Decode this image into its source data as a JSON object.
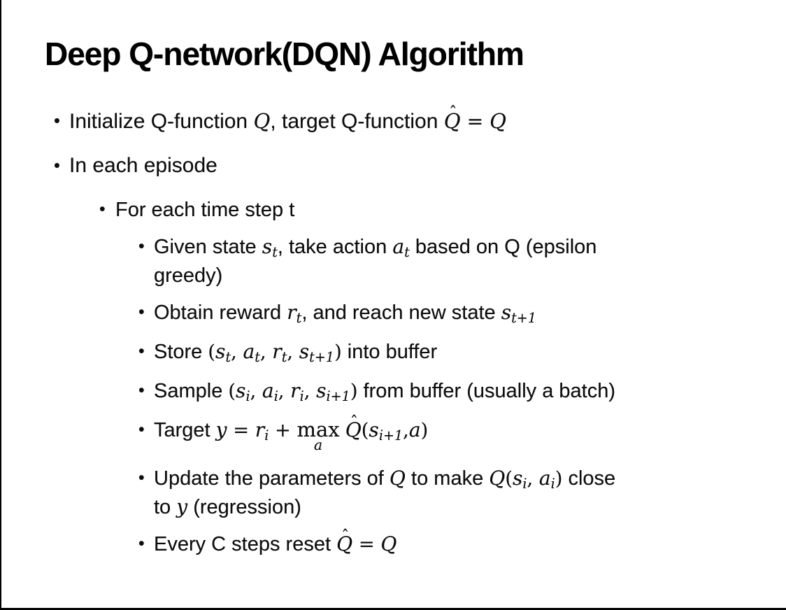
{
  "glyphs": {
    "bullet": "•",
    "hat": "ˆ"
  },
  "slide": {
    "title": "Deep Q-network(DQN) Algorithm",
    "bullets": [
      {
        "level": 1,
        "segments": [
          {
            "t": "Initialize Q-function "
          },
          {
            "t": "Q",
            "s": "m"
          },
          {
            "t": ", target Q-function "
          },
          {
            "t": "Q",
            "s": "hat"
          },
          {
            "t": " = ",
            "s": "mop"
          },
          {
            "t": "Q",
            "s": "m"
          }
        ]
      },
      {
        "level": 1,
        "segments": [
          {
            "t": "In each episode"
          }
        ]
      },
      {
        "level": 2,
        "segments": [
          {
            "t": "For each time step t"
          }
        ]
      },
      {
        "level": 3,
        "segments": [
          {
            "t": "Given state "
          },
          {
            "t": "s",
            "s": "m"
          },
          {
            "t": "t",
            "s": "msub"
          },
          {
            "t": ", take action "
          },
          {
            "t": "a",
            "s": "m"
          },
          {
            "t": "t",
            "s": "msub"
          },
          {
            "t": " based on Q (epsilon"
          },
          {
            "br": true
          },
          {
            "t": "greedy)"
          }
        ]
      },
      {
        "level": 3,
        "segments": [
          {
            "t": "Obtain reward "
          },
          {
            "t": "r",
            "s": "m"
          },
          {
            "t": "t",
            "s": "msub"
          },
          {
            "t": ", and reach new state "
          },
          {
            "t": "s",
            "s": "m"
          },
          {
            "t": "t+1",
            "s": "msub"
          }
        ]
      },
      {
        "level": 3,
        "segments": [
          {
            "t": "Store "
          },
          {
            "t": "(",
            "s": "mop"
          },
          {
            "t": "s",
            "s": "m"
          },
          {
            "t": "t",
            "s": "msub"
          },
          {
            "t": ", ",
            "s": "mop"
          },
          {
            "t": "a",
            "s": "m"
          },
          {
            "t": "t",
            "s": "msub"
          },
          {
            "t": ", ",
            "s": "mop"
          },
          {
            "t": "r",
            "s": "m"
          },
          {
            "t": "t",
            "s": "msub"
          },
          {
            "t": ", ",
            "s": "mop"
          },
          {
            "t": "s",
            "s": "m"
          },
          {
            "t": "t+1",
            "s": "msub"
          },
          {
            "t": ")",
            "s": "mop"
          },
          {
            "t": " into buffer"
          }
        ]
      },
      {
        "level": 3,
        "segments": [
          {
            "t": "Sample "
          },
          {
            "t": "(",
            "s": "mop"
          },
          {
            "t": "s",
            "s": "m"
          },
          {
            "t": "i",
            "s": "msub"
          },
          {
            "t": ", ",
            "s": "mop"
          },
          {
            "t": "a",
            "s": "m"
          },
          {
            "t": "i",
            "s": "msub"
          },
          {
            "t": ", ",
            "s": "mop"
          },
          {
            "t": "r",
            "s": "m"
          },
          {
            "t": "i",
            "s": "msub"
          },
          {
            "t": ", ",
            "s": "mop"
          },
          {
            "t": "s",
            "s": "m"
          },
          {
            "t": "i+1",
            "s": "msub"
          },
          {
            "t": ")",
            "s": "mop"
          },
          {
            "t": " from buffer (usually a batch)"
          }
        ]
      },
      {
        "level": 3,
        "extra_below": true,
        "segments": [
          {
            "t": "Target "
          },
          {
            "t": "y",
            "s": "m"
          },
          {
            "t": " = ",
            "s": "mop"
          },
          {
            "t": "r",
            "s": "m"
          },
          {
            "t": "i",
            "s": "msub"
          },
          {
            "t": " + ",
            "s": "mop"
          },
          {
            "t": "max",
            "s": "max",
            "under": "a"
          },
          {
            "t": " "
          },
          {
            "t": "Q",
            "s": "hat"
          },
          {
            "t": "(",
            "s": "mop"
          },
          {
            "t": "s",
            "s": "m"
          },
          {
            "t": "i+1",
            "s": "msub"
          },
          {
            "t": ",",
            "s": "mop"
          },
          {
            "t": "a",
            "s": "m"
          },
          {
            "t": ")",
            "s": "mop"
          }
        ]
      },
      {
        "level": 3,
        "segments": [
          {
            "t": "Update the parameters of "
          },
          {
            "t": "Q",
            "s": "m"
          },
          {
            "t": " to make "
          },
          {
            "t": "Q",
            "s": "m"
          },
          {
            "t": "(",
            "s": "mop"
          },
          {
            "t": "s",
            "s": "m"
          },
          {
            "t": "i",
            "s": "msub"
          },
          {
            "t": ", ",
            "s": "mop"
          },
          {
            "t": "a",
            "s": "m"
          },
          {
            "t": "i",
            "s": "msub"
          },
          {
            "t": ")",
            "s": "mop"
          },
          {
            "t": " close"
          },
          {
            "br": true
          },
          {
            "t": "to "
          },
          {
            "t": "y",
            "s": "m"
          },
          {
            "t": " (regression)"
          }
        ]
      },
      {
        "level": 3,
        "segments": [
          {
            "t": "Every C steps reset "
          },
          {
            "t": "Q",
            "s": "hat"
          },
          {
            "t": " = ",
            "s": "mop"
          },
          {
            "t": "Q",
            "s": "m"
          }
        ]
      }
    ]
  }
}
